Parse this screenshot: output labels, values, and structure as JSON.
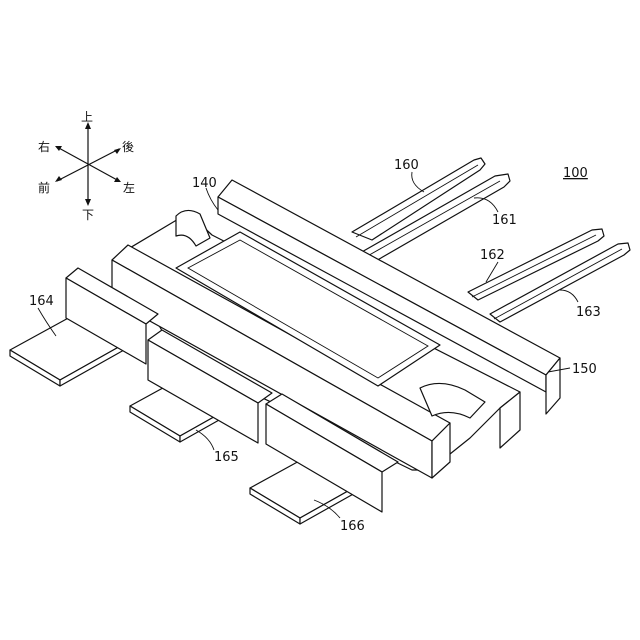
{
  "figure_number": "100",
  "direction_labels": {
    "up": "上",
    "down": "下",
    "right": "右",
    "left": "左",
    "front": "前",
    "back": "後"
  },
  "labels": {
    "housing": "150",
    "top_panel": "140",
    "pin_160": "160",
    "pin_161": "161",
    "pin_162": "162",
    "pin_163": "163",
    "terminal_164": "164",
    "terminal_165": "165",
    "terminal_166": "166"
  }
}
